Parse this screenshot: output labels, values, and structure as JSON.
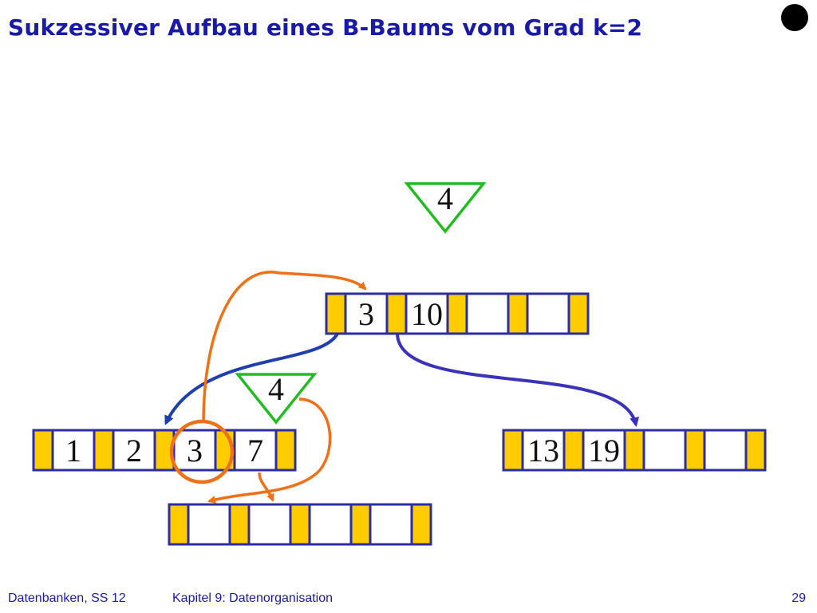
{
  "slide": {
    "title": "Sukzessiver Aufbau eines B-Baums vom Grad k=2"
  },
  "diagram": {
    "insert_key_root": "4",
    "insert_key_leaf": "4",
    "root_keys": [
      "3",
      "10",
      "",
      ""
    ],
    "leaf_left_keys": [
      "1",
      "2",
      "3",
      "7"
    ],
    "leaf_right_keys": [
      "13",
      "19",
      "",
      ""
    ],
    "new_node_keys": [
      "",
      "",
      "",
      ""
    ]
  },
  "colors": {
    "title": "#1a1aa8",
    "node_border": "#2c2ca3",
    "pointer_slot": "#ffcc00",
    "insert_marker": "#22bb22",
    "arrow_blue_left": "#1f3fae",
    "arrow_blue_right": "#3a32b8",
    "arrow_orange": "#f07018",
    "text": "#111111"
  },
  "footer": {
    "course": "Datenbanken, SS 12",
    "chapter": "Kapitel 9: Datenorganisation",
    "page": "29"
  }
}
